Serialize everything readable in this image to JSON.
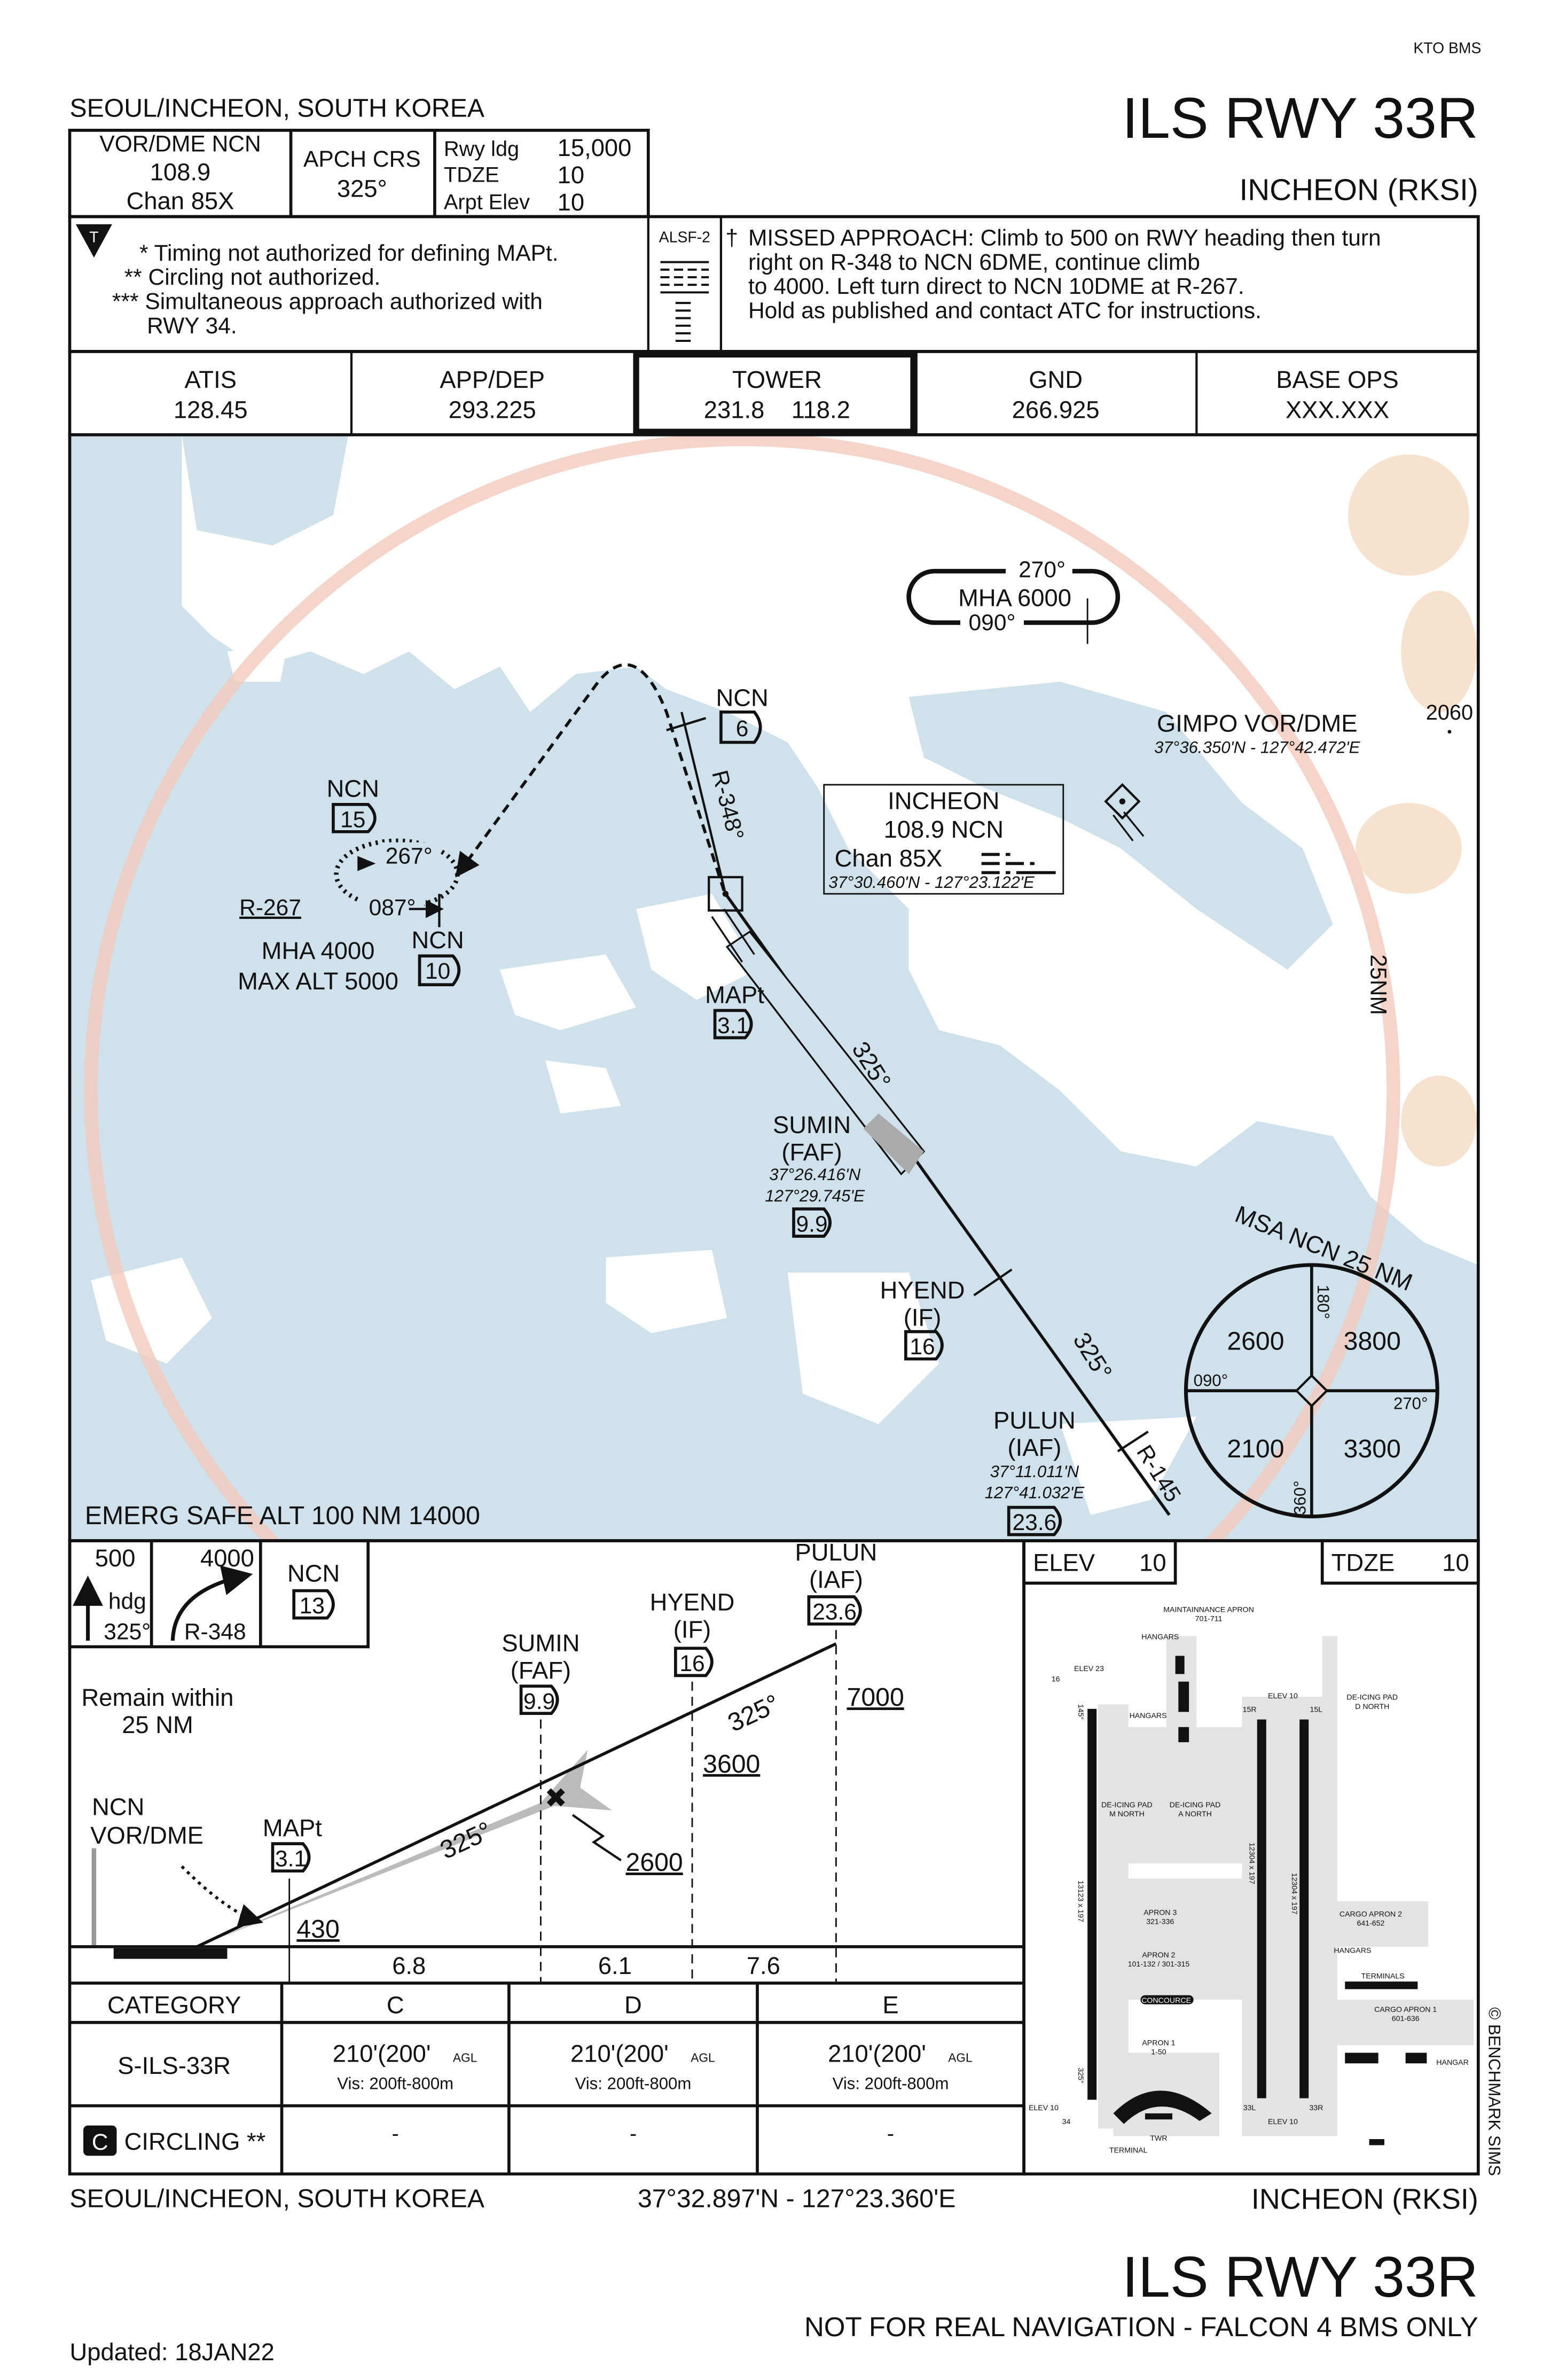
{
  "header": {
    "kto": "KTO BMS",
    "location": "SEOUL/INCHEON, SOUTH KOREA",
    "title": "ILS RWY 33R",
    "airport": "INCHEON (RKSI)"
  },
  "info": {
    "vor_label": "VOR/DME NCN",
    "vor_freq": "108.9",
    "vor_chan": "Chan 85X",
    "apch_label": "APCH CRS",
    "apch_crs": "325°",
    "rwy_ldg_label": "Rwy ldg",
    "rwy_ldg": "15,000",
    "tdze_label": "TDZE",
    "tdze": "10",
    "elev_label": "Arpt Elev",
    "elev": "10"
  },
  "notes": {
    "symbol": "T",
    "lines": [
      "* Timing not authorized for defining MAPt.",
      "** Circling not authorized.",
      "*** Simultaneous approach authorized with",
      "RWY 34."
    ]
  },
  "alsf": "ALSF-2",
  "missed": {
    "dagger": "†",
    "lines": [
      "MISSED APPROACH: Climb to 500 on RWY heading then turn",
      "right on R-348 to NCN 6DME, continue climb",
      "to 4000. Left turn direct to NCN 10DME at R-267.",
      "Hold as published and contact ATC for instructions."
    ]
  },
  "comms": [
    {
      "name": "ATIS",
      "freq": "128.45"
    },
    {
      "name": "APP/DEP",
      "freq": "293.225"
    },
    {
      "name": "TOWER",
      "freq": "231.8    118.2"
    },
    {
      "name": "GND",
      "freq": "266.925"
    },
    {
      "name": "BASE OPS",
      "freq": "XXX.XXX"
    }
  ],
  "plan": {
    "hold_top": "270°",
    "hold_mha": "MHA 6000",
    "hold_bottom": "090°",
    "ncn6_label": "NCN",
    "ncn6_dme": "6",
    "r348": "R-348°",
    "incheon": {
      "name": "INCHEON",
      "freq": "108.9  NCN",
      "chan": "Chan 85X",
      "coords": "37°30.460'N - 127°23.122'E"
    },
    "gimpo": {
      "name": "GIMPO VOR/DME",
      "coords": "37°36.350'N - 127°42.472'E"
    },
    "spot_elev": "2060",
    "ring_label": "25NM",
    "ncn15_label": "NCN",
    "ncn15_dme": "15",
    "hold2_in": "267°",
    "hold2_out": "087°",
    "r267": "R-267",
    "mha4000": "MHA 4000",
    "maxalt": "MAX ALT 5000",
    "ncn10_label": "NCN",
    "ncn10_dme": "10",
    "mapt_label": "MAPt",
    "mapt_dme": "3.1",
    "crs_final": "325°",
    "sumin": {
      "name": "SUMIN",
      "role": "(FAF)",
      "lat": "37°26.416'N",
      "lon": "127°29.745'E",
      "dme": "9.9"
    },
    "hyend": {
      "name": "HYEND",
      "role": "(IF)",
      "dme": "16"
    },
    "crs_iaf": "325°",
    "pulun": {
      "name": "PULUN",
      "role": "(IAF)",
      "lat": "37°11.011'N",
      "lon": "127°41.032'E",
      "dme": "23.6"
    },
    "r145": "R-145",
    "emerg": "EMERG SAFE ALT 100 NM 14000",
    "msa": {
      "title": "MSA NCN 25 NM",
      "nw": "2600",
      "ne": "3800",
      "sw": "2100",
      "se": "3300",
      "b180": "180°",
      "b090": "090°",
      "b270": "270°",
      "b360": "360°"
    }
  },
  "profile": {
    "climb_alt": "500",
    "climb_hdg": "hdg",
    "climb_crs": "325°",
    "turn_alt": "4000",
    "turn_radial": "R-348",
    "hold_fix": "NCN",
    "hold_dme": "13",
    "remain1": "Remain within",
    "remain2": "25 NM",
    "ncn1": "NCN",
    "ncn2": "VOR/DME",
    "mapt": "MAPt",
    "mapt_dme": "3.1",
    "sumin": "SUMIN",
    "sumin_role": "(FAF)",
    "sumin_dme": "9.9",
    "hyend": "HYEND",
    "hyend_role": "(IF)",
    "hyend_dme": "16",
    "pulun": "PULUN",
    "pulun_role": "(IAF)",
    "pulun_dme": "23.6",
    "alt_7000": "7000",
    "alt_3600": "3600",
    "alt_2600": "2600",
    "alt_430": "430",
    "crs1": "325°",
    "crs2": "325°",
    "dist": [
      "6.8",
      "6.1",
      "7.6"
    ]
  },
  "minimums": {
    "header": [
      "CATEGORY",
      "C",
      "D",
      "E"
    ],
    "ils": {
      "name": "S-ILS-33R",
      "values": [
        {
          "main": "210'(200'",
          "agl": "AGL",
          "vis": "Vis: 200ft-800m"
        },
        {
          "main": "210'(200'",
          "agl": "AGL",
          "vis": "Vis: 200ft-800m"
        },
        {
          "main": "210'(200'",
          "agl": "AGL",
          "vis": "Vis: 200ft-800m"
        }
      ]
    },
    "circling": {
      "badge": "C",
      "name": "CIRCLING **",
      "values": [
        "-",
        "-",
        "-"
      ]
    }
  },
  "airport_diagram": {
    "elev_label": "ELEV",
    "elev": "10",
    "tdze_label": "TDZE",
    "tdze": "10",
    "labels": {
      "maint": "MAINTAINNANCE APRON",
      "maint_num": "701-711",
      "hangars": "HANGARS",
      "hangars2": "HANGARS",
      "deice_m": "DE-ICING PAD",
      "deice_m2": "M NORTH",
      "deice_a": "DE-ICING PAD",
      "deice_a2": "A NORTH",
      "deice_d": "DE-ICING PAD",
      "deice_d2": "D NORTH",
      "apron3": "APRON 3",
      "apron3_num": "321-336",
      "apron2": "APRON 2",
      "apron2_num": "101-132 / 301-315",
      "concourse": "CONCOURCE",
      "apron1": "APRON 1",
      "apron1_num": "1-50",
      "terminal": "TERMINAL",
      "twr": "TWR",
      "cargo2": "CARGO APRON 2",
      "cargo2_num": "641-652",
      "cargo_hangars": "HANGARS",
      "terminals": "TERMINALS",
      "cargo1": "CARGO APRON 1",
      "cargo1_num": "601-636",
      "hangar": "HANGAR",
      "rwy16": "16",
      "rwy34": "34",
      "rwy15r": "15R",
      "rwy15l": "15L",
      "rwy33l": "33L",
      "rwy33r": "33R",
      "dim_left": "13123 x 197",
      "dim_mid": "12304 x 197",
      "dim_right": "12304 x 197",
      "elev23": "ELEV 23",
      "elev10a": "ELEV 10",
      "elev10b": "ELEV 10",
      "elev10c": "ELEV 10",
      "hdg145": "145°",
      "hdg325": "325°"
    }
  },
  "footer": {
    "location": "SEOUL/INCHEON, SOUTH KOREA",
    "coords": "37°32.897'N - 127°23.360'E",
    "airport": "INCHEON (RKSI)",
    "title": "ILS RWY 33R",
    "disclaimer": "NOT FOR REAL NAVIGATION - FALCON 4 BMS ONLY",
    "updated": "Updated: 18JAN22",
    "copyright": "© BENCHMARK SIMS"
  },
  "colors": {
    "water": "#cfe1ea",
    "land": "#ffffff",
    "ring": "#f3cbbd",
    "terrain": "#f7e2cf",
    "ink": "#111111",
    "apt_gray": "#e3e3e3"
  }
}
